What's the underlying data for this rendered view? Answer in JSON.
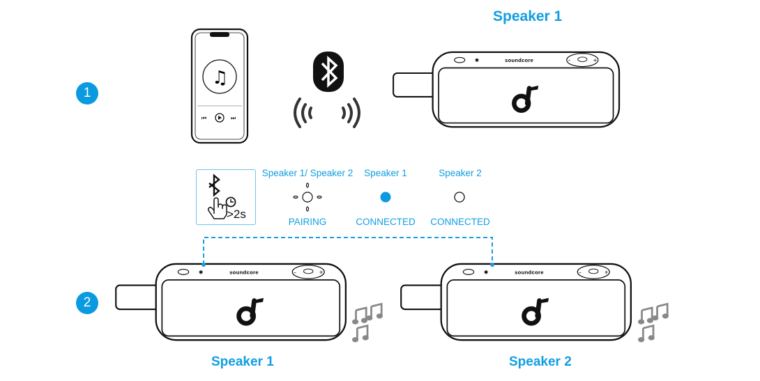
{
  "steps": [
    {
      "number": "1",
      "speaker_title": "Speaker 1"
    },
    {
      "number": "2",
      "speaker_titles": [
        "Speaker 1",
        "Speaker 2"
      ]
    }
  ],
  "press_hint": {
    "duration": ">2s",
    "icons": [
      "bluetooth-icon",
      "hand-press-icon",
      "clock-icon"
    ]
  },
  "indicators": [
    {
      "title": "Speaker 1/ Speaker 2",
      "status": "PAIRING",
      "led": "blinking"
    },
    {
      "title": "Speaker 1",
      "status": "CONNECTED",
      "led": "solid-blue"
    },
    {
      "title": "Speaker 2",
      "status": "CONNECTED",
      "led": "solid-white"
    }
  ],
  "brand_text": "soundcore",
  "colors": {
    "accent": "#119ee0",
    "line": "#111111",
    "note": "#888888"
  }
}
